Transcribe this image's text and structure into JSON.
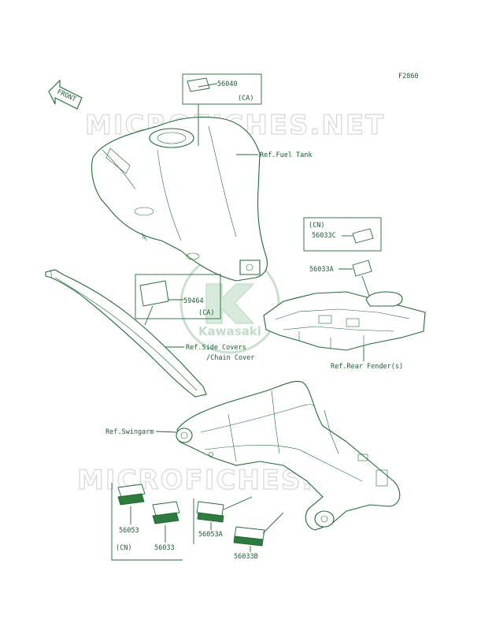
{
  "figure_code": "F2860",
  "front_arrow": "FRONT",
  "watermark": {
    "text": "MICROFICHES.NET",
    "logo_text": "Kawasaki",
    "logo_color": "#3f8f4f"
  },
  "colors": {
    "line": "#1f6b33",
    "text": "#1d5c2e",
    "label_fill": "#2f7a3f"
  },
  "labels": {
    "p56040": "56040",
    "p56040_region": "(CA)",
    "ref_fuel_tank": "Ref.Fuel Tank",
    "p56033c_region": "(CN)",
    "p56033c": "56033C",
    "p56033a": "56033A",
    "p59464": "59464",
    "p59464_region": "(CA)",
    "ref_side_covers": "Ref.Side Covers",
    "ref_chain_cover": "/Chain Cover",
    "ref_rear_fender": "Ref.Rear Fender(s)",
    "ref_swingarm": "Ref.Swingarm",
    "p56053": "56053",
    "p56053_region": "(CN)",
    "p56033": "56033",
    "p56053a": "56053A",
    "p56033b": "56033B"
  }
}
